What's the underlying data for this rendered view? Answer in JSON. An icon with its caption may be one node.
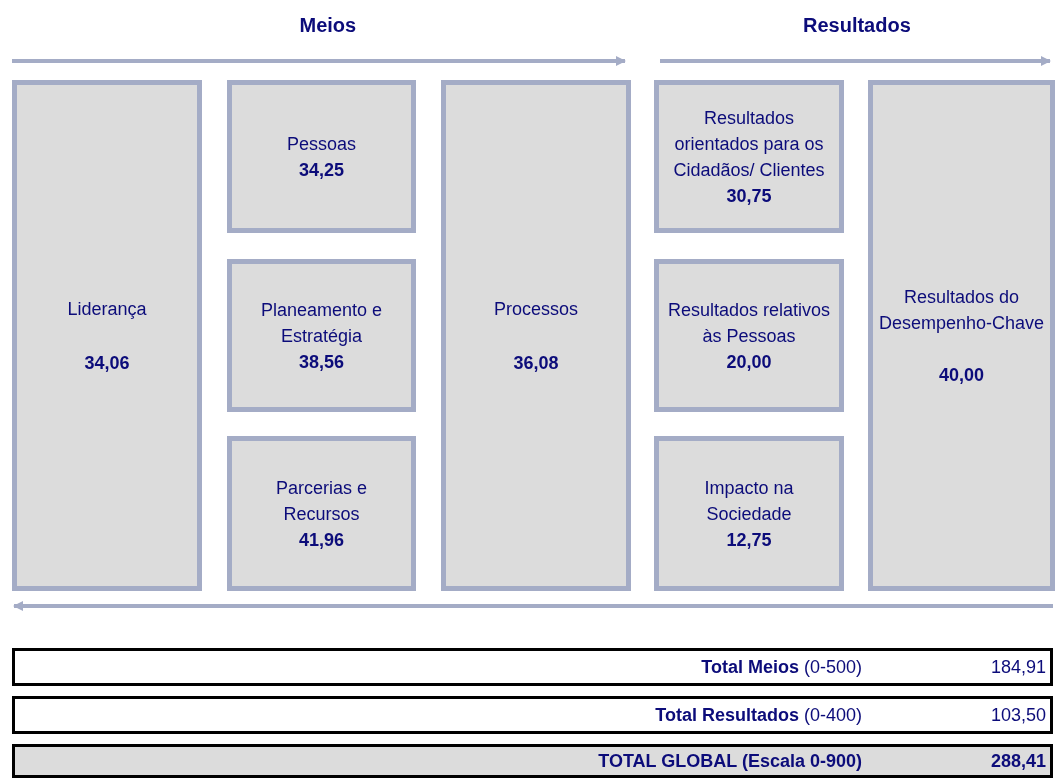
{
  "diagram": {
    "nodes": [
      {
        "text": [
          "Liderança",
          "34,06"
        ]
      },
      {
        "text": [
          "Pessoas",
          "34,25"
        ]
      },
      {
        "text": [
          "Planeamento e Estratégia",
          "38,56"
        ]
      },
      {
        "text": [
          "Parcerias e Recursos",
          "41,96"
        ]
      },
      {
        "text": [
          "Processos",
          "36,08"
        ]
      },
      {
        "text": [
          "Resultados orientados para os Cidadãos/ Clientes",
          "30,75"
        ]
      },
      {
        "text": [
          "Resultados relativos às Pessoas",
          "20,00"
        ]
      },
      {
        "text": [
          "Impacto na Sociedade",
          "12,75"
        ]
      },
      {
        "text": [
          "Resultados do Desempenho-Chave",
          "40,00"
        ]
      },
      {
        "text": [
          "**Total Meios** (0-500)",
          "184,91"
        ]
      },
      {
        "text": [
          "**Total Resultados** (0-400)",
          "103,50"
        ]
      },
      {
        "text": [
          "TOTAL GLOBAL (Escala 0-900)",
          "288,41"
        ]
      }
    ],
    "edges": [],
    "labels": [
      "Meios",
      "Resultados"
    ]
  }
}
